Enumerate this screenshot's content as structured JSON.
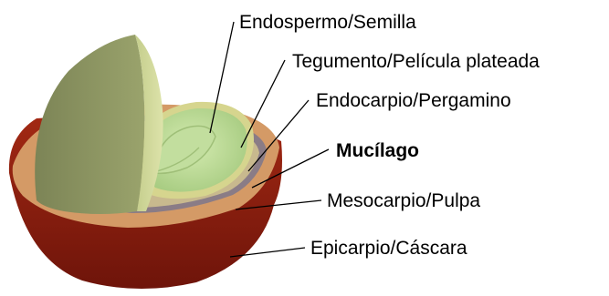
{
  "labels": {
    "endosperm": "Endospermo/Semilla",
    "tegument": "Tegumento/Película plateada",
    "endocarp": "Endocarpio/Pergamino",
    "mucilage": "Mucílago",
    "mesocarp": "Mesocarpio/Pulpa",
    "epicarp": "Epicarpio/Cáscara"
  },
  "colors": {
    "epicarp": "#8a1c0e",
    "mesocarp": "#d4a070",
    "endocarp": "#c9be8a",
    "tegument": "#d8d898",
    "endosperm": "#b8d890",
    "seed_shell": "#8c9464",
    "seed_face": "#cdd597"
  }
}
